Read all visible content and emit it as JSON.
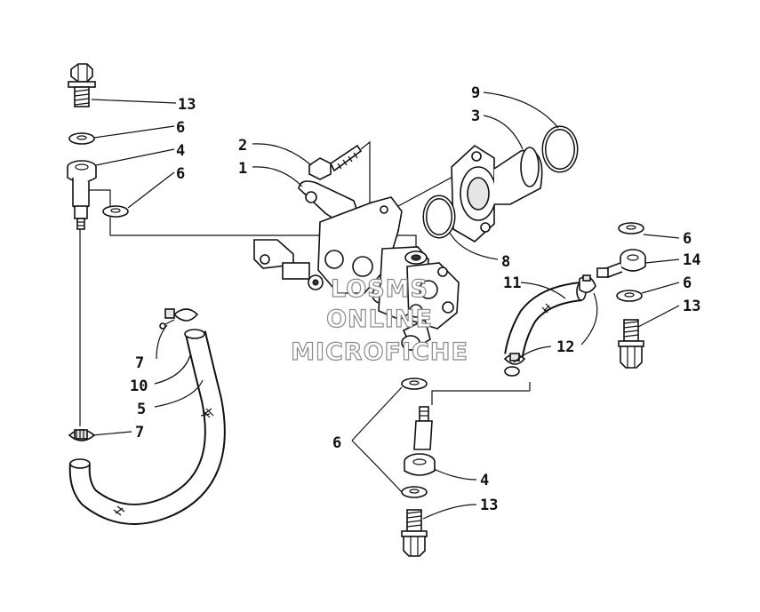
{
  "callouts": [
    {
      "id": "c13a",
      "text": "13"
    },
    {
      "id": "c6a",
      "text": "6"
    },
    {
      "id": "c4a",
      "text": "4"
    },
    {
      "id": "c6b",
      "text": "6"
    },
    {
      "id": "c2",
      "text": "2"
    },
    {
      "id": "c1",
      "text": "1"
    },
    {
      "id": "c9",
      "text": "9"
    },
    {
      "id": "c3",
      "text": "3"
    },
    {
      "id": "c8",
      "text": "8"
    },
    {
      "id": "c6c",
      "text": "6"
    },
    {
      "id": "c14",
      "text": "14"
    },
    {
      "id": "c6d",
      "text": "6"
    },
    {
      "id": "c13b",
      "text": "13"
    },
    {
      "id": "c11",
      "text": "11"
    },
    {
      "id": "c12",
      "text": "12"
    },
    {
      "id": "c7a",
      "text": "7"
    },
    {
      "id": "c10",
      "text": "10"
    },
    {
      "id": "c5",
      "text": "5"
    },
    {
      "id": "c7b",
      "text": "7"
    },
    {
      "id": "c6e",
      "text": "6"
    },
    {
      "id": "c4b",
      "text": "4"
    },
    {
      "id": "c13c",
      "text": "13"
    }
  ],
  "watermark": {
    "line1": "LOSMS",
    "line2": "ONLINE",
    "line3": "MICROFICHE"
  }
}
